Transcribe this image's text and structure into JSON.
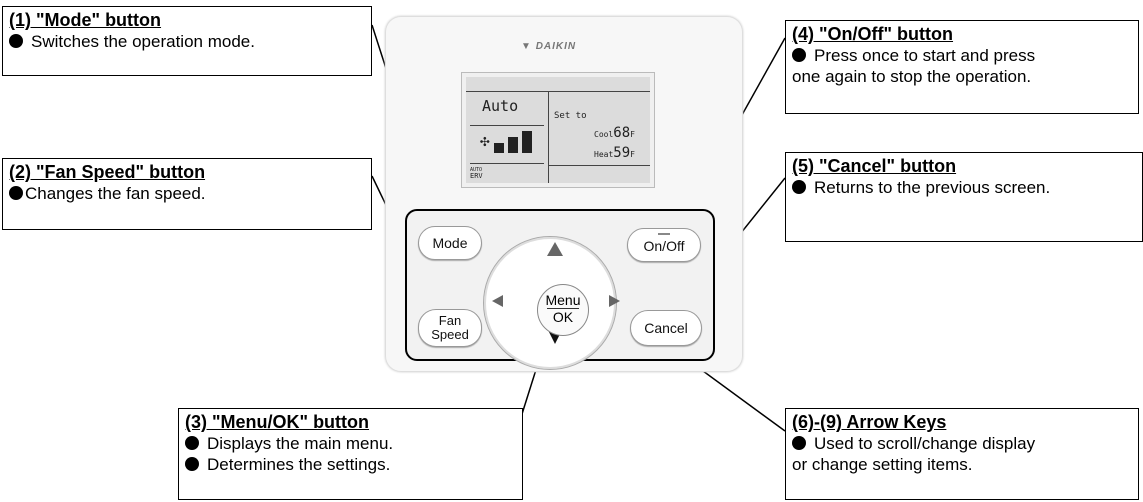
{
  "callouts": {
    "mode": {
      "title": "(1) \"Mode\" button",
      "lines": [
        "Switches the operation mode."
      ]
    },
    "fan_speed": {
      "title": "(2) \"Fan Speed\" button",
      "lines": [
        "Changes the fan speed."
      ]
    },
    "menu_ok": {
      "title": "(3) \"Menu/OK\" button",
      "lines": [
        "Displays the main menu.",
        "Determines the settings."
      ]
    },
    "on_off": {
      "title": "(4) \"On/Off\" button",
      "lines": [
        "Press once to start and press",
        "one again to stop the operation."
      ]
    },
    "cancel": {
      "title": "(5) \"Cancel\" button",
      "lines": [
        "Returns to the previous screen."
      ]
    },
    "arrows": {
      "title": "(6)-(9) Arrow Keys",
      "lines": [
        "Used to scroll/change display",
        "or change setting items."
      ]
    }
  },
  "remote": {
    "brand": "DAIKIN",
    "display": {
      "mode": "Auto",
      "set_to": "Set to",
      "cool_label": "Cool",
      "cool_value": "68",
      "heat_label": "Heat",
      "heat_value": "59",
      "unit": "F",
      "erv_top": "AUTO",
      "erv_bottom": "ERV"
    },
    "buttons": {
      "mode": "Mode",
      "on_off": "On/Off",
      "fan": "Fan",
      "speed": "Speed",
      "cancel": "Cancel",
      "menu": "Menu",
      "ok": "OK"
    }
  },
  "colors": {
    "outline": "#000000",
    "remote_body": "#f7f7f7",
    "lcd": "#dcdcdc"
  }
}
